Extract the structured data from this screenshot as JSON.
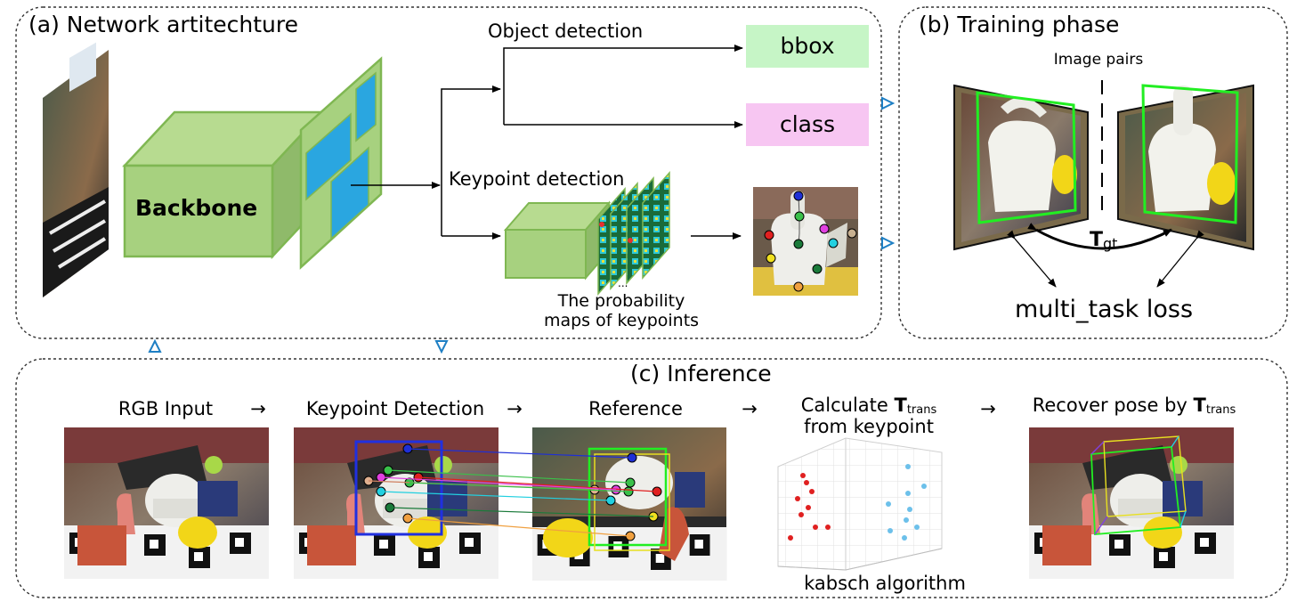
{
  "panels": {
    "network": {
      "title": "(a) Network artitechture"
    },
    "training": {
      "title": "(b) Training phase"
    },
    "inference": {
      "title": "(c) Inference"
    }
  },
  "network": {
    "backbone_label": "Backbone",
    "object_detection_label": "Object detection",
    "keypoint_detection_label": "Keypoint detection",
    "bbox_label": "bbox",
    "class_label": "class",
    "prob_maps_line1": "The probability",
    "prob_maps_line2": "maps of keypoints",
    "ellipsis": "...",
    "colors": {
      "bbox_fill": "#c6f5c6",
      "class_fill": "#f7c6f2",
      "cube_fill": "#a7d17f",
      "cube_stroke": "#7fb752",
      "feature_blue": "#2aa6e0"
    }
  },
  "training": {
    "image_pairs_label": "Image pairs",
    "tgt_main": "T",
    "tgt_sub": "gt",
    "loss_label": "multi_task loss"
  },
  "inference": {
    "steps": [
      {
        "label": "RGB Input"
      },
      {
        "label": "Keypoint Detection"
      },
      {
        "label": "Reference"
      },
      {
        "label_prefix": "Calculate ",
        "label_bold": "T",
        "label_sub": "trans",
        "label_line2": "from keypoint"
      },
      {
        "label_prefix": "Recover pose by ",
        "label_bold": "T",
        "label_sub": "trans"
      }
    ],
    "kabsch_label": "kabsch algorithm",
    "arrow_glyph": "→"
  }
}
